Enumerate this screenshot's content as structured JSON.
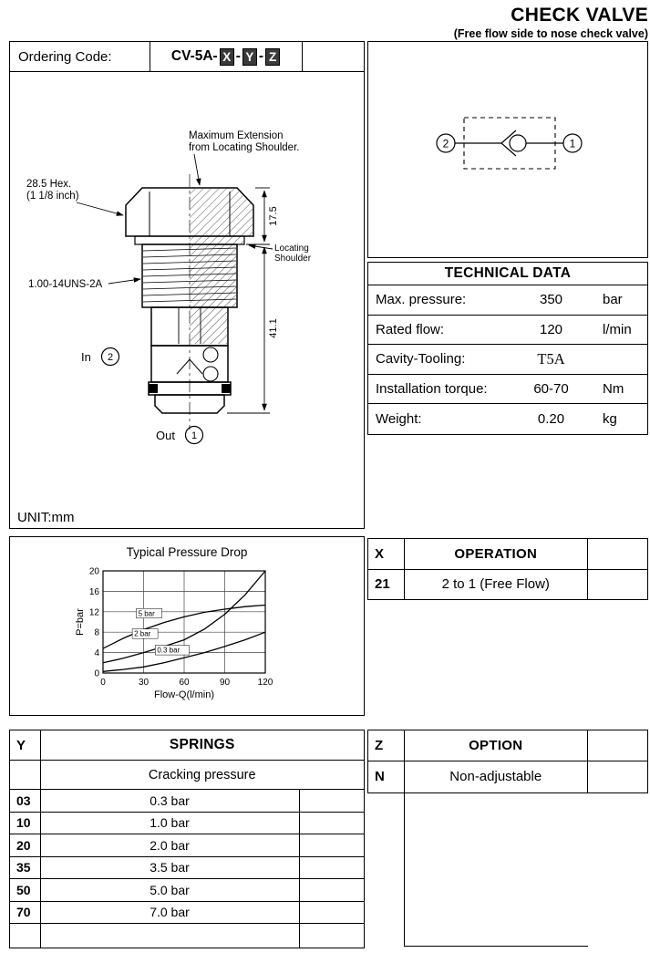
{
  "header": {
    "title": "CHECK VALVE",
    "subtitle": "(Free flow side to nose check valve)"
  },
  "colors": {
    "code_box_bg": "#3a3a3a",
    "code_box_text": "#ffffff",
    "line": "#000000"
  },
  "ordering": {
    "label": "Ordering Code:",
    "prefix": "CV-5A-",
    "x": "X",
    "sep1": "-",
    "y": "Y",
    "sep2": "-",
    "z": "Z"
  },
  "drawing": {
    "max_extension_line1": "Maximum Extension",
    "max_extension_line2": "from Locating Shoulder.",
    "hex_line1": "28.5 Hex.",
    "hex_line2": "(1 1/8 inch)",
    "thread": "1.00-14UNS-2A",
    "locating_line1": "Locating",
    "locating_line2": "Shoulder",
    "dim_top": "17.5",
    "dim_bottom": "41.1",
    "in_label": "In",
    "in_port": "2",
    "out_label": "Out",
    "out_port": "1",
    "unit": "UNIT:mm"
  },
  "schematic": {
    "port_left": "2",
    "port_right": "1"
  },
  "technical_data": {
    "title": "TECHNICAL DATA",
    "rows": [
      {
        "label": "Max. pressure:",
        "value": "350",
        "unit": "bar"
      },
      {
        "label": "Rated flow:",
        "value": "120",
        "unit": "l/min"
      },
      {
        "label": "Cavity-Tooling:",
        "value": "T5A",
        "unit": ""
      },
      {
        "label": "Installation torque:",
        "value": "60-70",
        "unit": "Nm"
      },
      {
        "label": "Weight:",
        "value": "0.20",
        "unit": "kg"
      }
    ]
  },
  "chart_data": {
    "type": "line",
    "title": "Typical Pressure Drop",
    "xlabel": "Flow-Q(l/min)",
    "ylabel": "P=bar",
    "xlim": [
      0,
      120
    ],
    "ylim": [
      0,
      20
    ],
    "x_ticks": [
      0,
      30,
      60,
      90,
      120
    ],
    "y_ticks": [
      0,
      4,
      8,
      12,
      16,
      20
    ],
    "grid": true,
    "legend_position": "inline-labels",
    "series": [
      {
        "name": "5 bar",
        "x": [
          0,
          15,
          30,
          45,
          60,
          75,
          90,
          105,
          120
        ],
        "y": [
          4.8,
          6.8,
          8.5,
          9.9,
          11.0,
          11.9,
          12.5,
          13.0,
          13.3
        ]
      },
      {
        "name": "2 bar",
        "x": [
          0,
          15,
          30,
          45,
          60,
          75,
          90,
          105,
          120
        ],
        "y": [
          2.0,
          2.9,
          4.0,
          5.2,
          6.5,
          8.6,
          11.5,
          15.3,
          20.0
        ]
      },
      {
        "name": "0.3 bar",
        "x": [
          0,
          15,
          30,
          45,
          60,
          75,
          90,
          105,
          120
        ],
        "y": [
          0.3,
          0.7,
          1.2,
          2.0,
          3.0,
          4.0,
          5.2,
          6.5,
          8.0
        ]
      }
    ],
    "curve_labels": [
      {
        "text": "5 bar",
        "x": 26,
        "y": 11.2
      },
      {
        "text": "2 bar",
        "x": 23,
        "y": 7.2
      },
      {
        "text": "0.3 bar",
        "x": 40,
        "y": 4.0
      }
    ]
  },
  "operation": {
    "code_header": "X",
    "title": "OPERATION",
    "rows": [
      {
        "code": "21",
        "description": "2  to 1 (Free Flow)"
      }
    ]
  },
  "springs": {
    "code_header": "Y",
    "title": "SPRINGS",
    "subtitle": "Cracking pressure",
    "rows": [
      {
        "code": "03",
        "value": "0.3 bar"
      },
      {
        "code": "10",
        "value": "1.0 bar"
      },
      {
        "code": "20",
        "value": "2.0 bar"
      },
      {
        "code": "35",
        "value": "3.5 bar"
      },
      {
        "code": "50",
        "value": "5.0 bar"
      },
      {
        "code": "70",
        "value": "7.0 bar"
      }
    ]
  },
  "option": {
    "code_header": "Z",
    "title": "OPTION",
    "rows": [
      {
        "code": "N",
        "description": "Non-adjustable"
      }
    ]
  }
}
